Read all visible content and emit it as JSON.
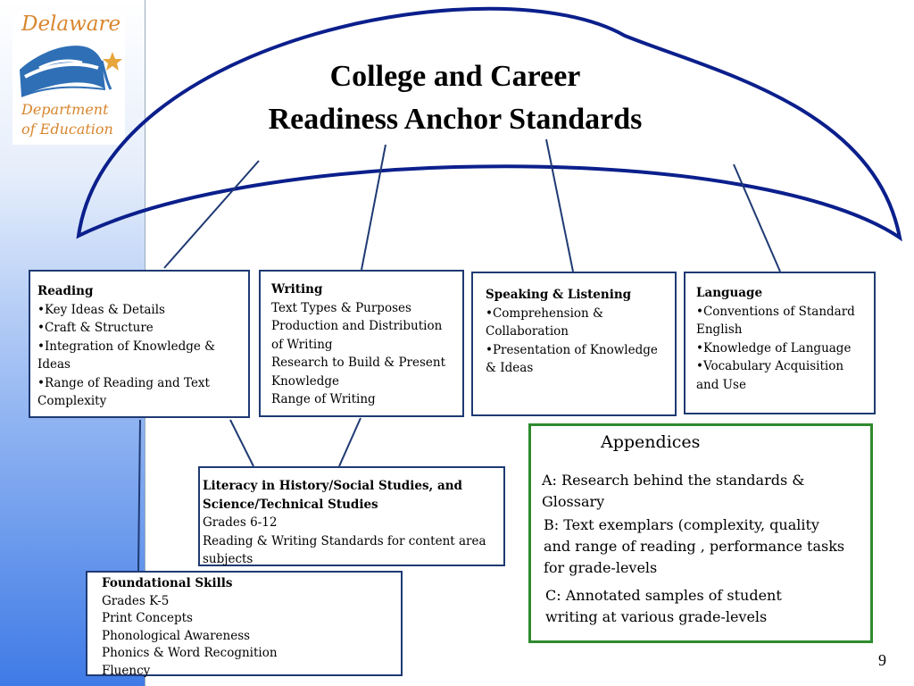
{
  "logo": {
    "line1": "Delaware",
    "line2": "Department",
    "line3": "of Education"
  },
  "title": {
    "line1": "College and Career",
    "line2": "Readiness Anchor Standards"
  },
  "reading": {
    "heading": "Reading",
    "items": [
      "•Key Ideas & Details",
      "•Craft & Structure",
      "•Integration of Knowledge & Ideas",
      "•Range of Reading and Text Complexity"
    ]
  },
  "writing": {
    "heading": "Writing",
    "items": [
      "Text Types & Purposes",
      "Production and Distribution of Writing",
      "Research to Build & Present Knowledge",
      "Range of Writing"
    ]
  },
  "speaking": {
    "heading": "Speaking & Listening",
    "items": [
      "•Comprehension & Collaboration",
      "•Presentation of Knowledge & Ideas"
    ]
  },
  "language": {
    "heading": "Language",
    "items": [
      "•Conventions of Standard English",
      "•Knowledge of Language",
      "•Vocabulary Acquisition and Use"
    ]
  },
  "literacy": {
    "heading": "Literacy in History/Social Studies, and Science/Technical Studies",
    "items": [
      "Grades 6-12",
      "Reading & Writing Standards for content area subjects"
    ]
  },
  "foundational": {
    "heading": "Foundational Skills",
    "items": [
      "Grades K-5",
      "Print Concepts",
      "Phonological Awareness",
      "Phonics & Word Recognition",
      "Fluency"
    ]
  },
  "appendices": {
    "title": "Appendices",
    "a": "A: Research behind the standards & Glossary",
    "b": "B: Text exemplars (complexity, quality and range of reading , performance tasks for grade-levels",
    "c": "C: Annotated samples of student writing at various grade-levels"
  },
  "page_number": "9"
}
